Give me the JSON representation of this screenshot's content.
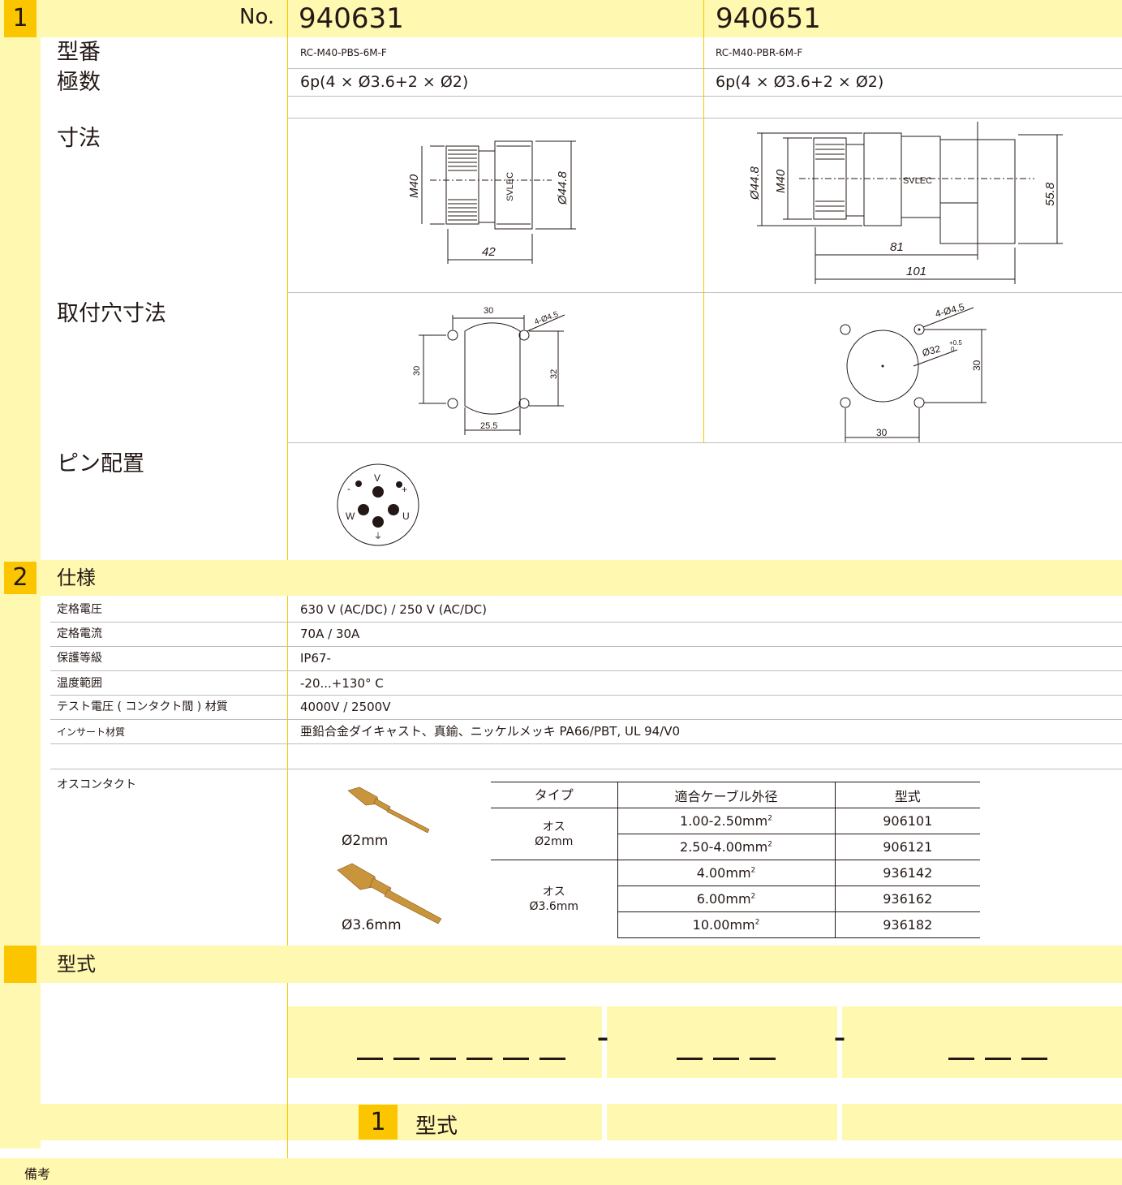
{
  "header": {
    "section_number": "1",
    "no_label": "No.",
    "part_a": "940631",
    "part_b": "940651"
  },
  "rows": {
    "model_label": "型番",
    "model_a": "RC-M40-PBS-6M-F",
    "model_b": "RC-M40-PBR-6M-F",
    "poles_label": "極数",
    "poles_a": "6p(4 × Ø3.6+2 × Ø2)",
    "poles_b": "6p(4 × Ø3.6+2 × Ø2)",
    "dimensions_label": "寸法",
    "mounting_label": "取付穴寸法",
    "pin_label": "ピン配置"
  },
  "drawings": {
    "a": {
      "brand": "SVLEC",
      "thread": "M40",
      "dia": "Ø44.8",
      "length": "42"
    },
    "b": {
      "brand": "SVLEC",
      "thread": "M40",
      "dia": "Ø44.8",
      "height": "55.8",
      "length1": "81",
      "length2": "101"
    },
    "hole_a": {
      "top": "30",
      "holes": "4-Ø4.5",
      "left": "30",
      "right": "32",
      "bottom": "25.5"
    },
    "hole_b": {
      "holes": "4-Ø4.5",
      "center": "Ø32",
      "tol_plus": "+0.5",
      "tol_minus": "0",
      "right": "30",
      "bottom": "30"
    },
    "pins": {
      "v": "V",
      "minus": "-",
      "plus": "+",
      "w": "W",
      "u": "U",
      "earth": "⏚"
    }
  },
  "specs": {
    "section_number": "2",
    "title": "仕様",
    "items": [
      {
        "label": "定格電圧",
        "value": "630 V (AC/DC) / 250 V (AC/DC)"
      },
      {
        "label": "定格電流",
        "value": "70A / 30A"
      },
      {
        "label": "保護等級",
        "value": "IP67-"
      },
      {
        "label": "温度範囲",
        "value": "-20...+130° C"
      },
      {
        "label": "テスト電圧 ( コンタクト間 ) 材質",
        "value": "4000V / 2500V"
      },
      {
        "label": "インサート材質",
        "value": "亜鉛合金ダイキャスト、真鍮、ニッケルメッキ  PA66/PBT, UL 94/V0"
      }
    ]
  },
  "contacts": {
    "label": "オスコンタクト",
    "pin_small": "Ø2mm",
    "pin_large": "Ø3.6mm",
    "table": {
      "headers": [
        "タイプ",
        "適合ケーブル外径",
        "型式"
      ],
      "group1": {
        "type_line1": "オス",
        "type_line2": "Ø2mm",
        "rows": [
          [
            "1.00-2.50mm",
            "2",
            "906101"
          ],
          [
            "2.50-4.00mm",
            "2",
            "906121"
          ]
        ]
      },
      "group2": {
        "type_line1": "オス",
        "type_line2": "Ø3.6mm",
        "rows": [
          [
            "4.00mm",
            "2",
            "936142"
          ],
          [
            "6.00mm",
            "2",
            "936162"
          ],
          [
            "10.00mm",
            "2",
            "936182"
          ]
        ]
      }
    }
  },
  "model_code": {
    "title": "型式",
    "sep1": "–",
    "sep2": "–",
    "legend_number": "1",
    "legend_label": "型式"
  },
  "remarks": {
    "label": "備考"
  },
  "colors": {
    "accent": "#fbc600",
    "band": "#fff8b0",
    "brass": "#c9953c"
  }
}
